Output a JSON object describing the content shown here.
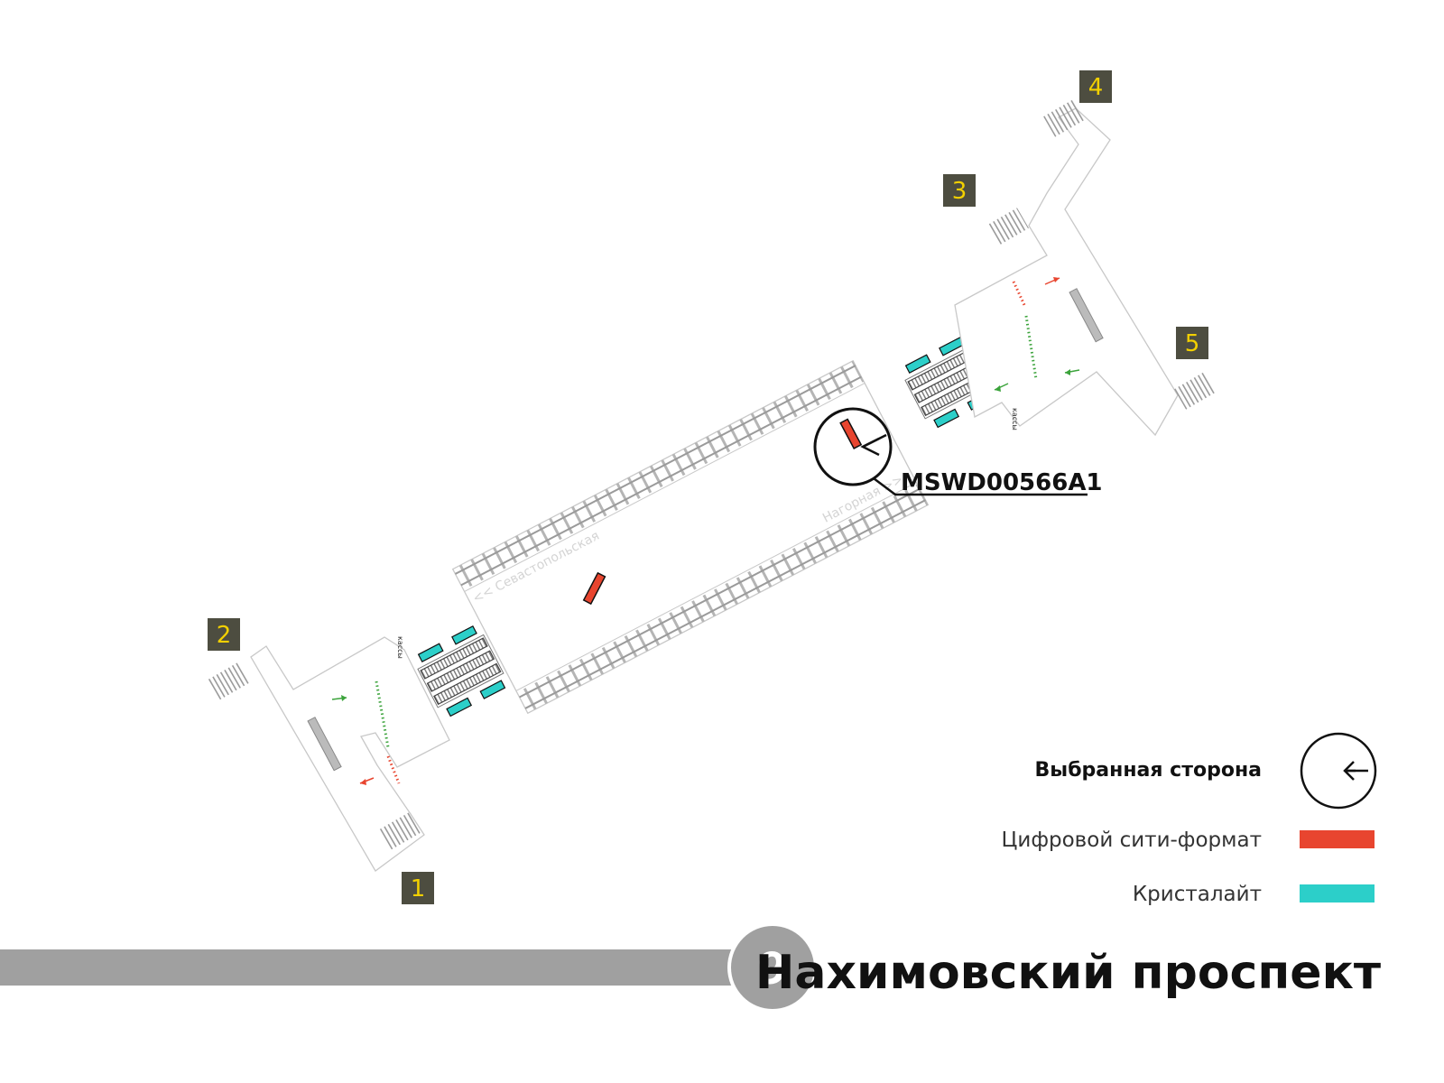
{
  "station": {
    "name": "Нахимовский проспект",
    "line_number": "9",
    "line_color": "#a0a0a0"
  },
  "exits": [
    "1",
    "2",
    "3",
    "4",
    "5"
  ],
  "tracks": {
    "left_label": "<< Севастопольская",
    "right_label": "Нагорная >>"
  },
  "ticket_office_label": "кассы",
  "selected_ad": {
    "code": "MSWD00566A1"
  },
  "legend": {
    "selected_side": "Выбранная сторона",
    "digital_city_format": "Цифровой сити-формат",
    "crystal_light": "Кристалайт"
  },
  "colors": {
    "digital_city_format": "#e8452f",
    "crystal_light": "#2ccfc9",
    "exit_badge": "#4d4d40",
    "exit_number": "#f2d000"
  }
}
